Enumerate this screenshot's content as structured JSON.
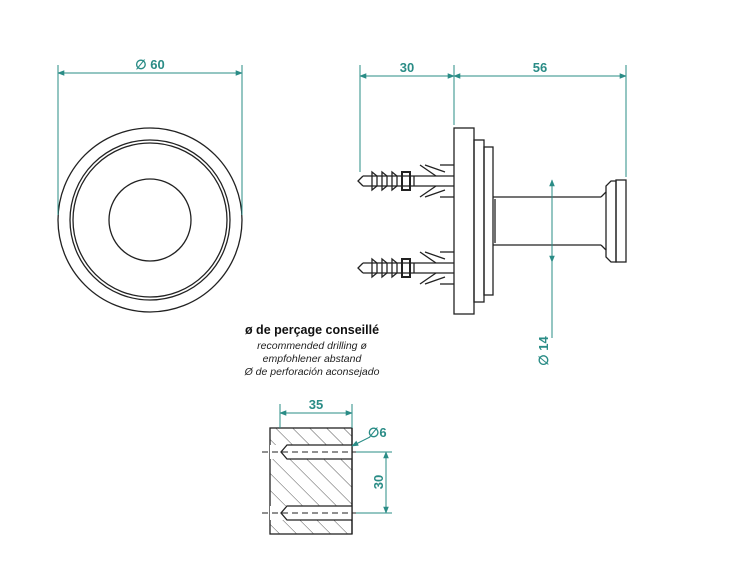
{
  "colors": {
    "dimension": "#2a8c86",
    "outline": "#222222",
    "background": "#ffffff"
  },
  "dimensions": {
    "diameter_60": "∅ 60",
    "depth_30": "30",
    "length_56": "56",
    "diameter_14": "∅ 14",
    "drill_depth_35": "35",
    "drill_diameter_6": "∅6",
    "hole_spacing_30": "30"
  },
  "note": {
    "title": "ø de perçage conseillé",
    "line_en": "recommended drilling ø",
    "line_de": "empfohlener abstand",
    "line_es": "Ø de perforación aconsejado"
  }
}
